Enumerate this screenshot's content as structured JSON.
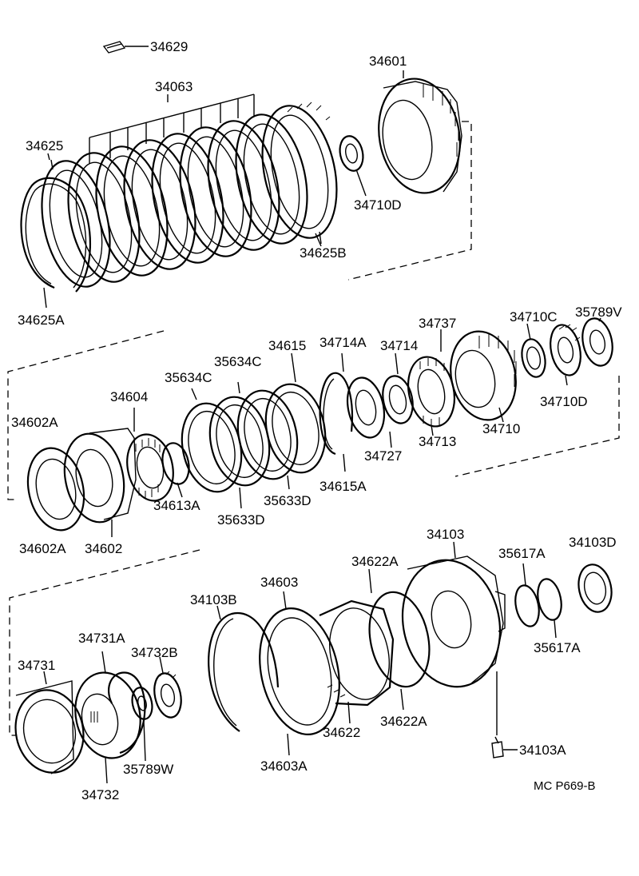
{
  "diagram": {
    "background": "#ffffff",
    "ink": "#000000",
    "labels": [
      {
        "id": "34629",
        "text": "34629"
      },
      {
        "id": "34601",
        "text": "34601"
      },
      {
        "id": "34063",
        "text": "34063"
      },
      {
        "id": "34625",
        "text": "34625"
      },
      {
        "id": "34710D_top",
        "text": "34710D"
      },
      {
        "id": "34625B",
        "text": "34625B"
      },
      {
        "id": "34625A",
        "text": "34625A"
      },
      {
        "id": "35789V",
        "text": "35789V"
      },
      {
        "id": "34737",
        "text": "34737"
      },
      {
        "id": "34710C",
        "text": "34710C"
      },
      {
        "id": "34615",
        "text": "34615"
      },
      {
        "id": "34714A",
        "text": "34714A"
      },
      {
        "id": "34714",
        "text": "34714"
      },
      {
        "id": "35634C_a",
        "text": "35634C"
      },
      {
        "id": "35634C_b",
        "text": "35634C"
      },
      {
        "id": "34604",
        "text": "34604"
      },
      {
        "id": "34710D_mid",
        "text": "34710D"
      },
      {
        "id": "34602A_top",
        "text": "34602A"
      },
      {
        "id": "34713",
        "text": "34713"
      },
      {
        "id": "34710",
        "text": "34710"
      },
      {
        "id": "34727",
        "text": "34727"
      },
      {
        "id": "34615A",
        "text": "34615A"
      },
      {
        "id": "35633D_a",
        "text": "35633D"
      },
      {
        "id": "34613A",
        "text": "34613A"
      },
      {
        "id": "35633D_b",
        "text": "35633D"
      },
      {
        "id": "34602A_bot",
        "text": "34602A"
      },
      {
        "id": "34602",
        "text": "34602"
      },
      {
        "id": "34103",
        "text": "34103"
      },
      {
        "id": "35617A_top",
        "text": "35617A"
      },
      {
        "id": "34103D",
        "text": "34103D"
      },
      {
        "id": "34622A_top",
        "text": "34622A"
      },
      {
        "id": "34603",
        "text": "34603"
      },
      {
        "id": "34103B",
        "text": "34103B"
      },
      {
        "id": "34731A",
        "text": "34731A"
      },
      {
        "id": "34732B",
        "text": "34732B"
      },
      {
        "id": "34731",
        "text": "34731"
      },
      {
        "id": "35617A_bot",
        "text": "35617A"
      },
      {
        "id": "34622",
        "text": "34622"
      },
      {
        "id": "34622A_bot",
        "text": "34622A"
      },
      {
        "id": "35789W",
        "text": "35789W"
      },
      {
        "id": "34732",
        "text": "34732"
      },
      {
        "id": "34603A",
        "text": "34603A"
      },
      {
        "id": "34103A",
        "text": "34103A"
      },
      {
        "id": "ref",
        "text": "MC  P669-B"
      }
    ]
  }
}
